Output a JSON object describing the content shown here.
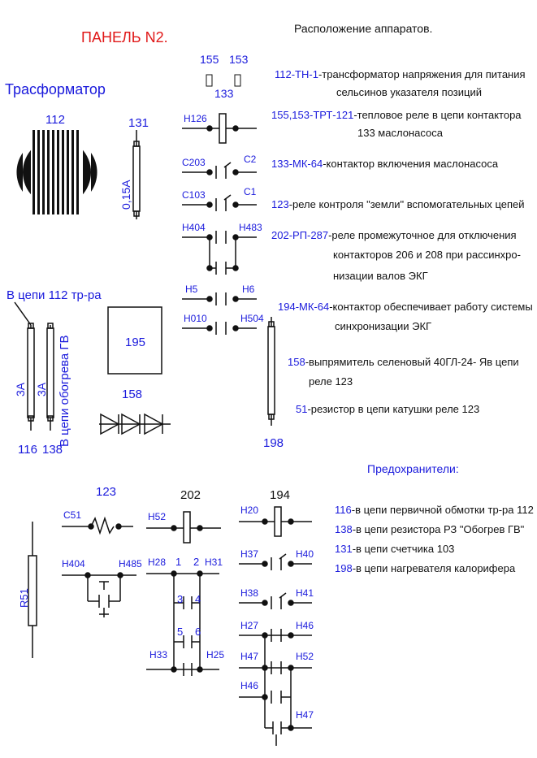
{
  "colors": {
    "red": "#e01818",
    "blue": "#1a1adc",
    "black": "#111111"
  },
  "panel_title": "ПАНЕЛЬ N2.",
  "location_title": "Расположение аппаратов.",
  "transformer": {
    "title": "Трасформатор",
    "num": "112"
  },
  "fuse131": {
    "num": "131",
    "rating": "0,15А"
  },
  "relay133": {
    "n155": "155",
    "n153": "153",
    "num": "133",
    "h126": "Н126"
  },
  "contacts_top": {
    "c203": "С203",
    "c2": "С2",
    "c103": "С103",
    "c1": "С1",
    "h404": "Н404",
    "h483": "Н483",
    "h5": "Н5",
    "h6": "Н6",
    "h010": "Н010",
    "h504": "Н504"
  },
  "fuses_left": {
    "label": "В цепи 112 тр-ра",
    "r1": "3А",
    "r2": "3А",
    "n116": "116",
    "n138": "138",
    "vertical": "В цепи обогрева ГВ"
  },
  "box195": "195",
  "rect158": "158",
  "fuse198": "198",
  "legend": [
    {
      "code": "112-ТН-1",
      "text": "-трансформатор напряжения для питания",
      "cont": "сельсинов указателя позиций"
    },
    {
      "code": "155,153-ТРТ-121",
      "text": "-тепловое реле в цепи контактора",
      "cont": "133 маслонасоса"
    },
    {
      "code": "133-МК-64",
      "text": "-контактор включения маслонасоса",
      "cont": ""
    },
    {
      "code": "123",
      "text": "-реле контроля \"земли\" вспомогательных цепей",
      "cont": ""
    },
    {
      "code": "202-РП-287",
      "text": "-реле промежуточное для отключения",
      "cont": "контакторов 206 и 208 при рассинхро-",
      "cont2": "низации валов ЭКГ"
    },
    {
      "code": "194-МК-64",
      "text": "-контактор обеспечивает работу системы",
      "cont": "синхронизации ЭКГ"
    },
    {
      "code": "158",
      "text": "-выпрямитель селеновый 40ГЛ-24- Яв цепи",
      "cont": "реле 123"
    },
    {
      "code": "51",
      "text": "-резистор в цепи катушки реле 123",
      "cont": ""
    }
  ],
  "fuses_title": "Предохранители:",
  "fuses": [
    {
      "code": "116",
      "text": "-в цепи первичной обмотки тр-ра 112"
    },
    {
      "code": "138",
      "text": "-в цепи резистора РЗ \"Обогрев ГВ\""
    },
    {
      "code": "131",
      "text": "-в цепи счетчика 103"
    },
    {
      "code": "198",
      "text": "-в цепи нагревателя калорифера"
    }
  ],
  "r51": "R51",
  "relay123": {
    "num": "123",
    "c51": "С51",
    "h404": "Н404",
    "h485": "Н485"
  },
  "relay202": {
    "num": "202",
    "h52": "Н52",
    "h28": "Н28",
    "h31": "Н31",
    "p1": "1",
    "p2": "2",
    "p3": "3",
    "p4": "4",
    "p5": "5",
    "p6": "6",
    "h33": "Н33",
    "h25": "Н25"
  },
  "relay194": {
    "num": "194",
    "h20": "Н20",
    "h37": "Н37",
    "h40": "Н40",
    "h38": "Н38",
    "h41": "Н41",
    "h27": "Н27",
    "h46": "Н46",
    "h47": "Н47",
    "h52": "Н52",
    "h46b": "Н46",
    "h47b": "Н47"
  }
}
